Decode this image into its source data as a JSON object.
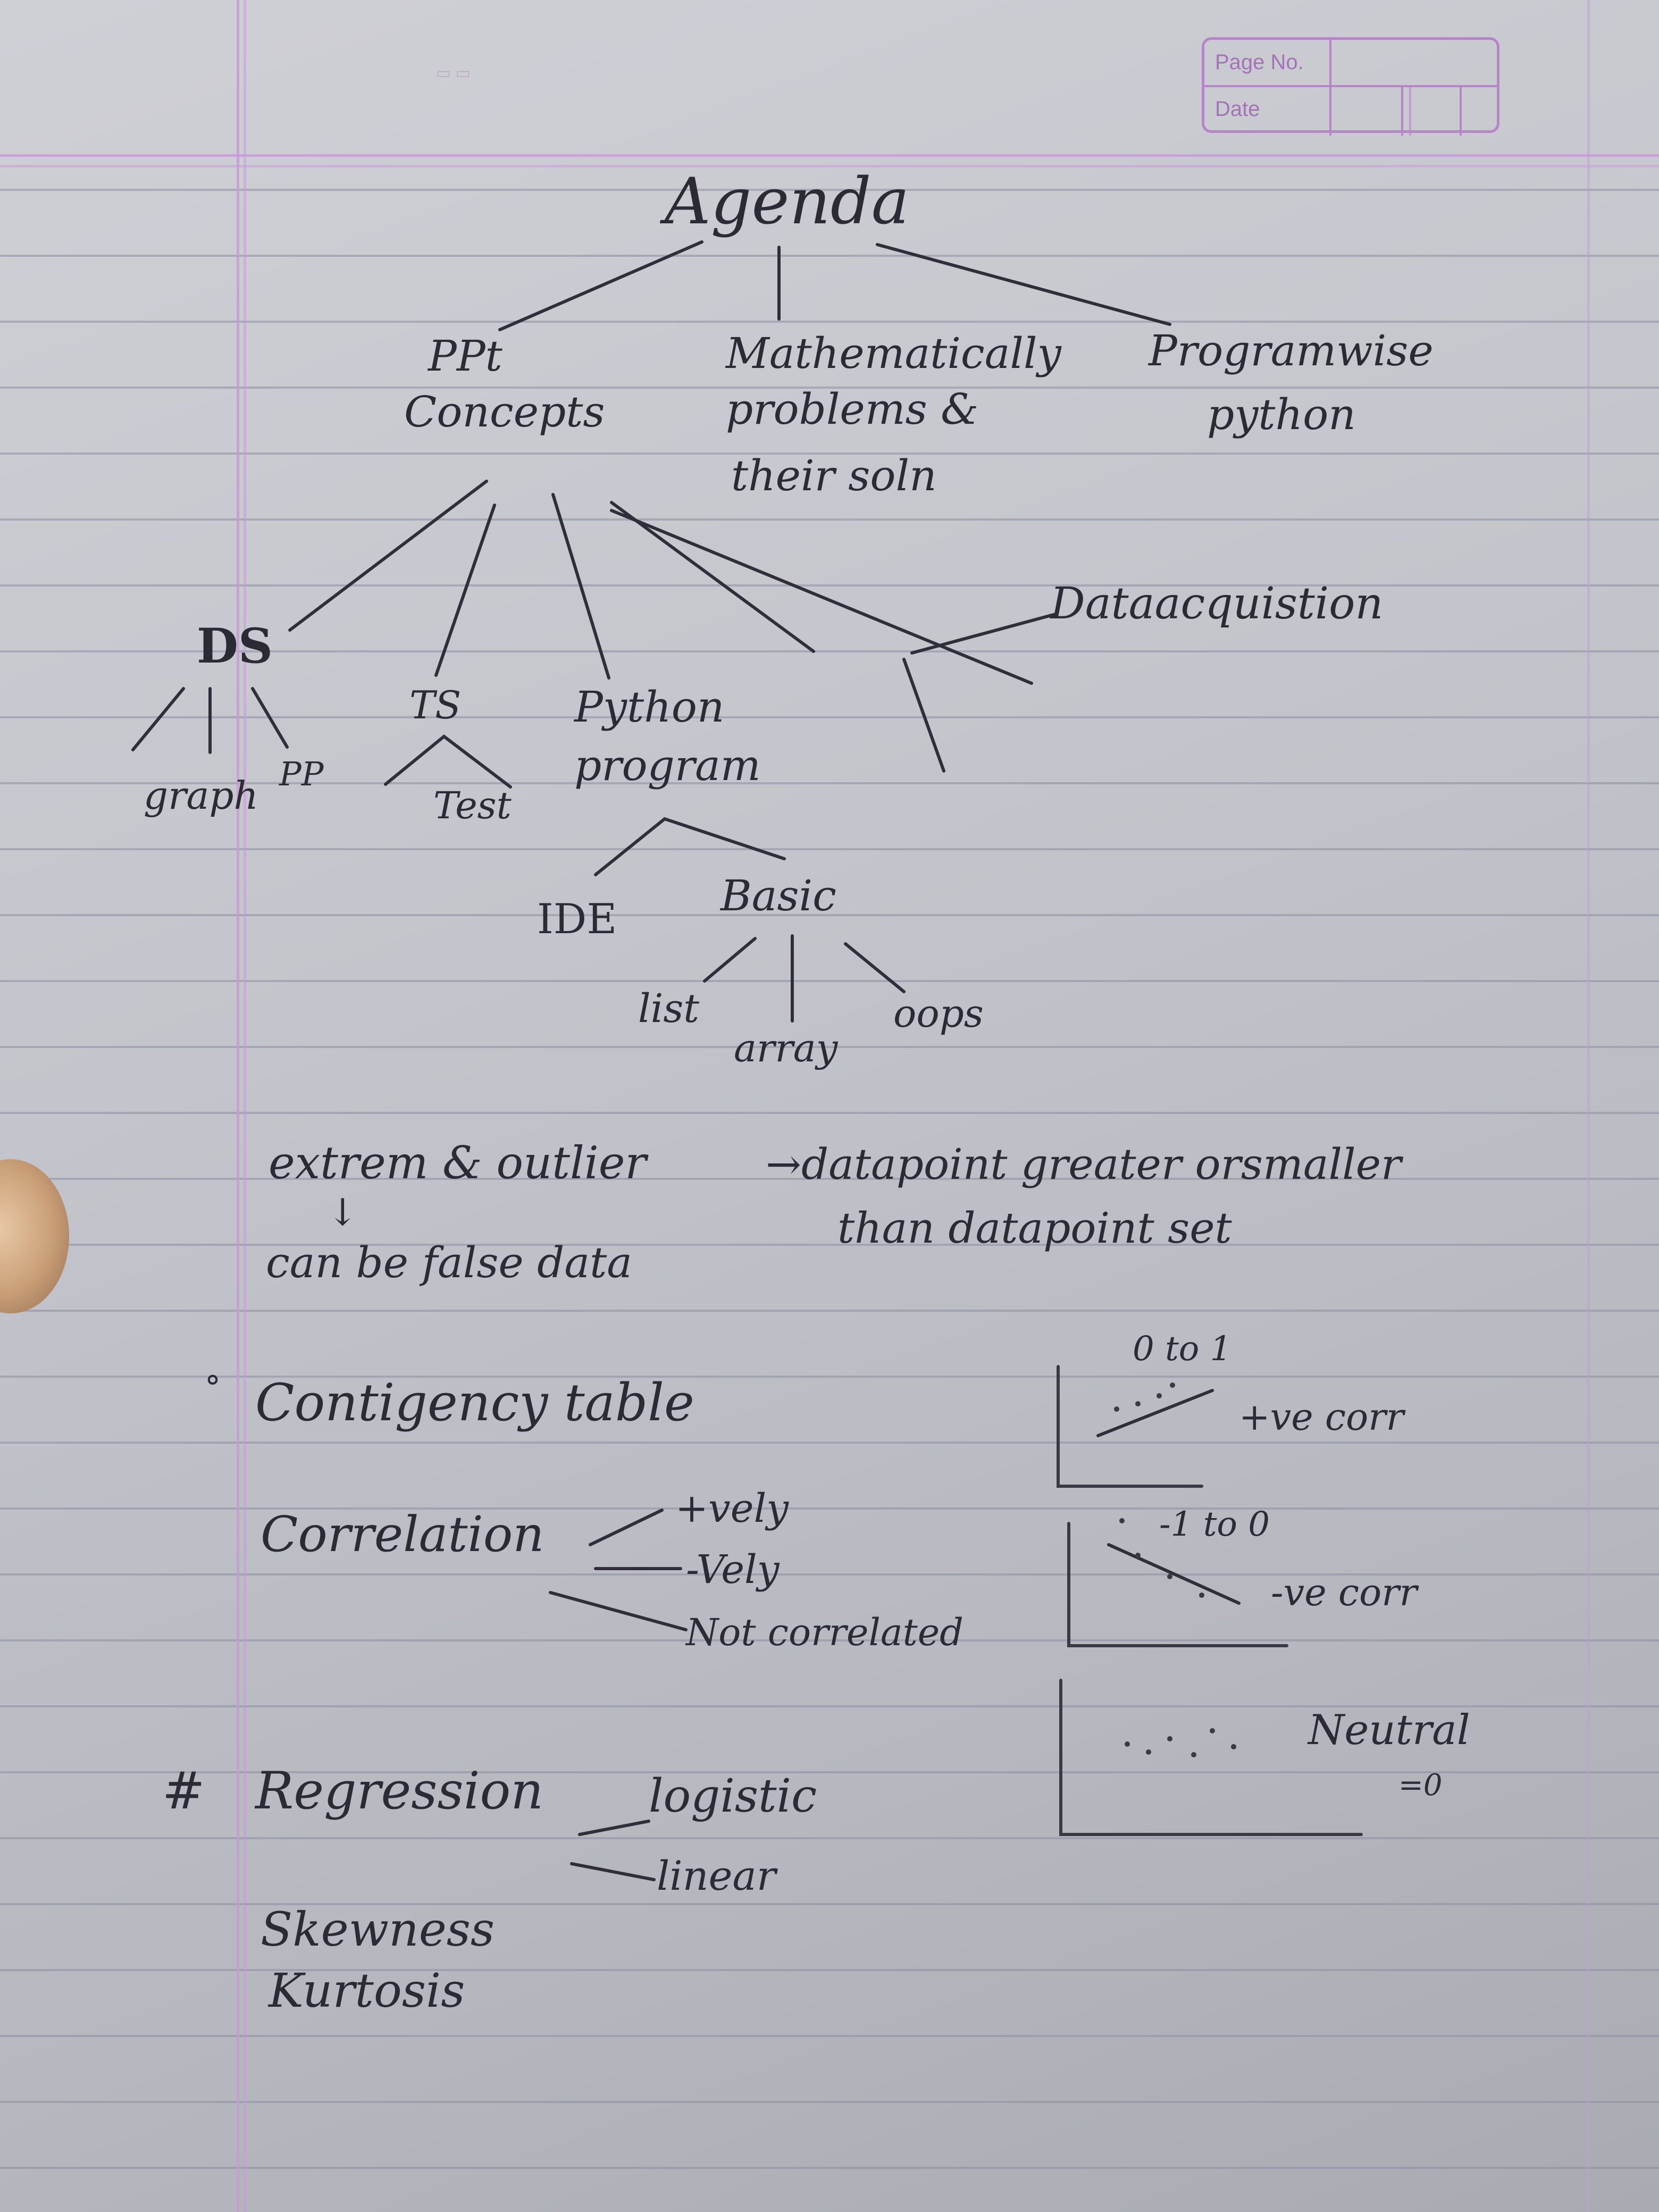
{
  "header": {
    "page_no_label": "Page No.",
    "date_label": "Date"
  },
  "notes": {
    "title": "Agenda",
    "branches": {
      "ppt_concepts": [
        "PPt",
        "Concepts"
      ],
      "math_problems": [
        "Mathematically",
        "problems &",
        "their soln"
      ],
      "programwise": [
        "Programwise",
        "python"
      ]
    },
    "subtopics": {
      "ds": "DS",
      "graph": "graph",
      "pp": "PP",
      "ts": "TS",
      "test": "Test",
      "python_program": [
        "Python",
        "program"
      ],
      "ide": "IDE",
      "basic": "Basic",
      "list": "list",
      "array": "array",
      "oops": "oops",
      "data_acquisition": "Dataacquistion"
    },
    "outliers": {
      "line1": "extrem & outlier",
      "arrow_text": "→datapoint greater orsmaller",
      "line2": "than datapoint set",
      "down_arrow": "↓",
      "line3": "can be false data"
    },
    "contingency": {
      "bullet": "°",
      "label": "Contigency table"
    },
    "correlation": {
      "label": "Correlation",
      "positive": "+vely",
      "negative": "-Vely",
      "none": "Not correlated"
    },
    "plots": {
      "pos_range": "0 to 1",
      "pos_label": "+ve corr",
      "neg_range": "-1 to 0",
      "neg_label": "-ve corr",
      "neutral_label": "Neutral",
      "neutral_value": "=0"
    },
    "regression": {
      "hash": "#",
      "label": "Regression",
      "logistic": "logistic",
      "linear": "linear"
    },
    "stats": {
      "skewness": "Skewness",
      "kurtosis": "Kurtosis"
    }
  }
}
